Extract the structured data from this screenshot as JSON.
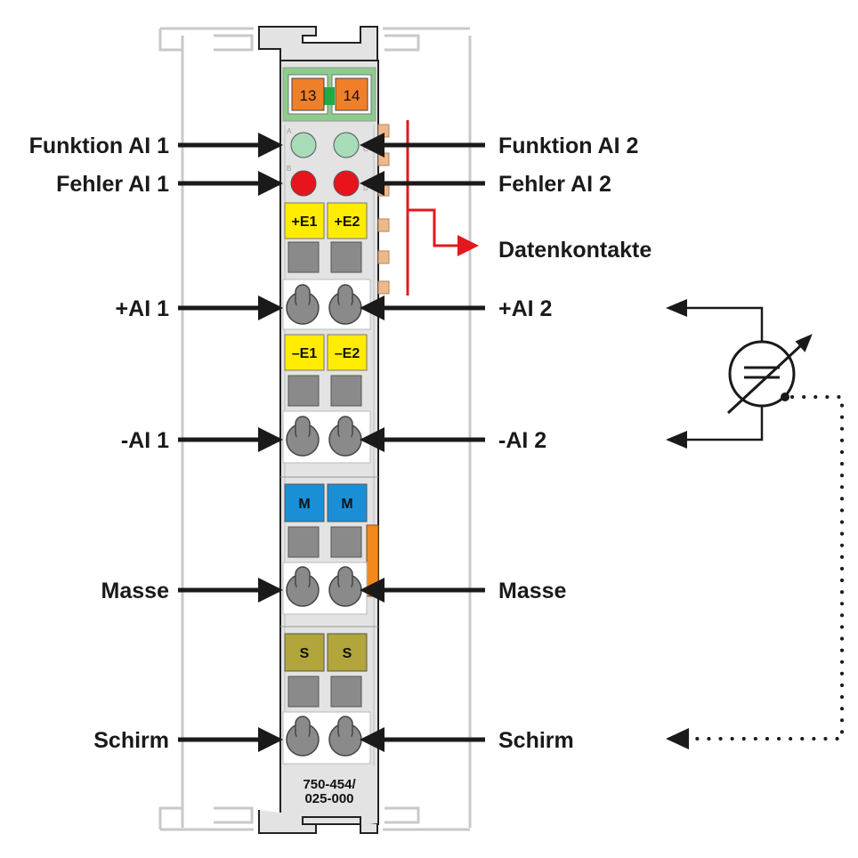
{
  "labels": {
    "left": {
      "funktion_ai1": "Funktion AI 1",
      "fehler_ai1": "Fehler AI 1",
      "plus_ai1": "+AI 1",
      "minus_ai1": "-AI 1",
      "masse": "Masse",
      "schirm": "Schirm"
    },
    "right": {
      "funktion_ai2": "Funktion AI 2",
      "fehler_ai2": "Fehler AI 2",
      "datenkontakte": "Datenkontakte",
      "plus_ai2": "+AI 2",
      "minus_ai2": "-AI 2",
      "masse": "Masse",
      "schirm": "Schirm"
    }
  },
  "module": {
    "top_pins": [
      "13",
      "14"
    ],
    "led_letters": [
      "A",
      "C",
      "B",
      "D"
    ],
    "plus_tags": [
      "+E1",
      "+E2"
    ],
    "minus_tags": [
      "–E1",
      "–E2"
    ],
    "m_tags": [
      "M",
      "M"
    ],
    "s_tags": [
      "S",
      "S"
    ],
    "model_line1": "750-454/",
    "model_line2": "025-000"
  },
  "colors": {
    "housing": "#e3e3e3",
    "outline": "#222222",
    "top_green": "#8ccc8c",
    "pin_orange": "#f07f2a",
    "led_green": "#a6dcb8",
    "led_red": "#e8141c",
    "tag_yellow": "#ffec00",
    "tag_blue": "#1a8fd6",
    "tag_olive": "#b1a53b",
    "contact_gray": "#8a8a8a",
    "data_red": "#e3181e",
    "arrow": "#1a1a1a"
  }
}
